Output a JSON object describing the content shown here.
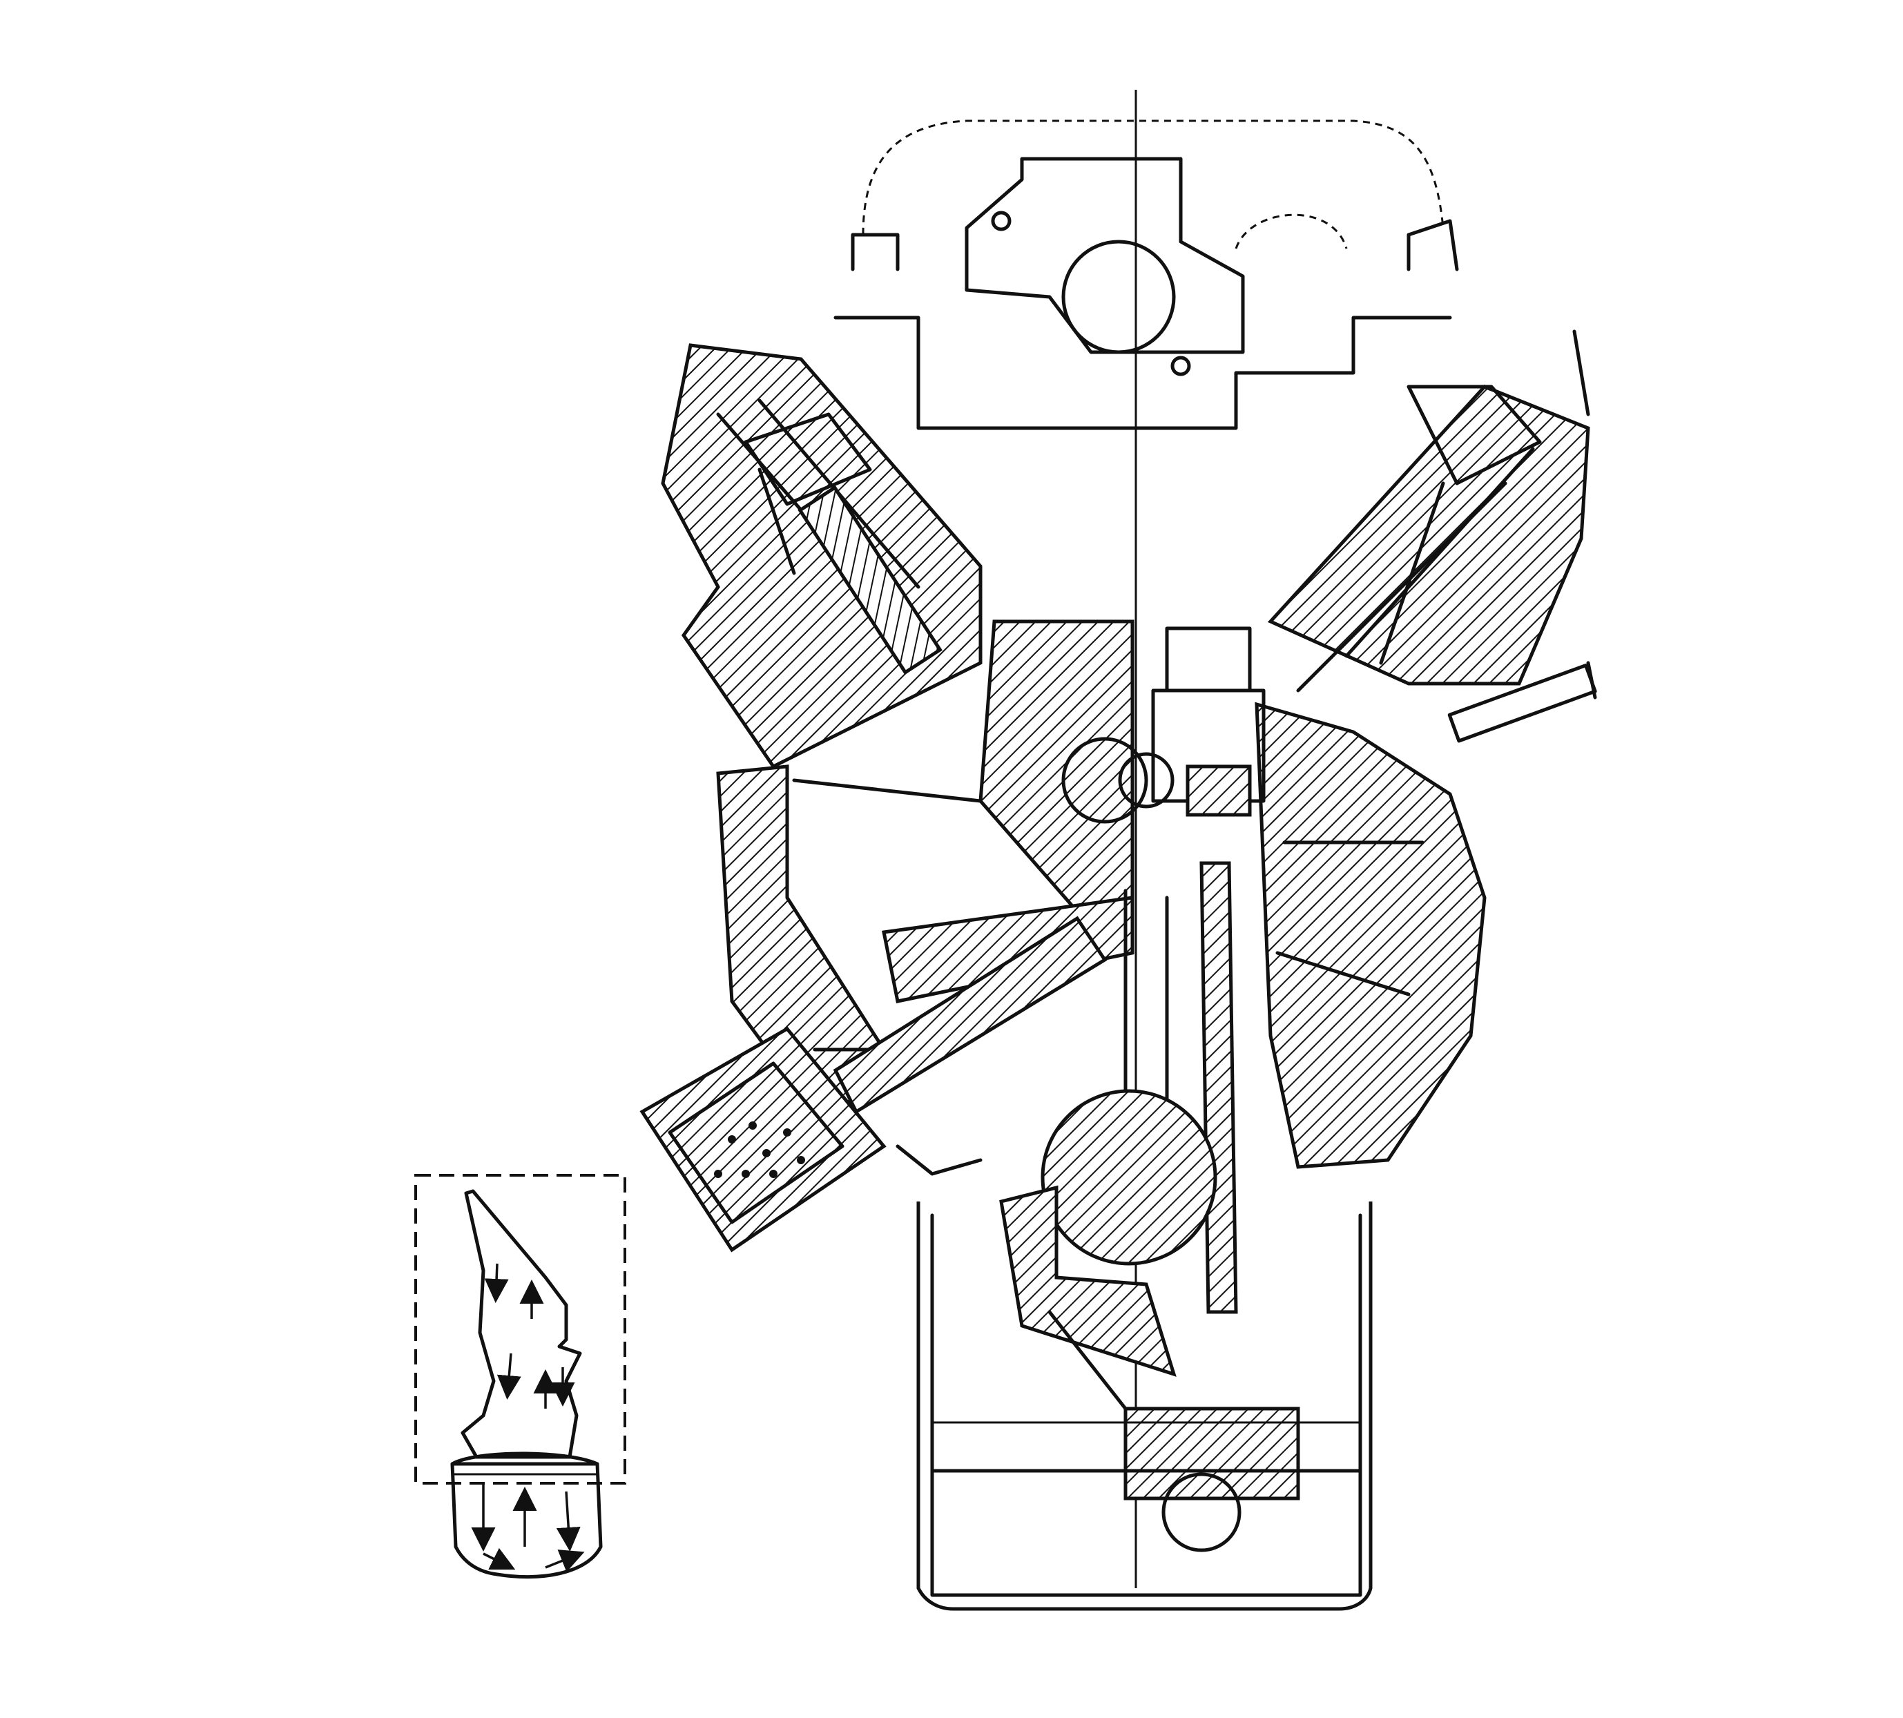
{
  "figure": {
    "background": "#ffffff",
    "ink": "#111111",
    "components": [
      "rocker-cover",
      "intake-manifold",
      "cylinder-head-left",
      "cylinder-head-right",
      "valve-left",
      "valve-right",
      "spark-plug",
      "cylinder-block",
      "piston",
      "connecting-rod",
      "crankshaft",
      "oil-filter",
      "oil-pump",
      "oil-pan",
      "oil-filter-flow-inset"
    ]
  }
}
